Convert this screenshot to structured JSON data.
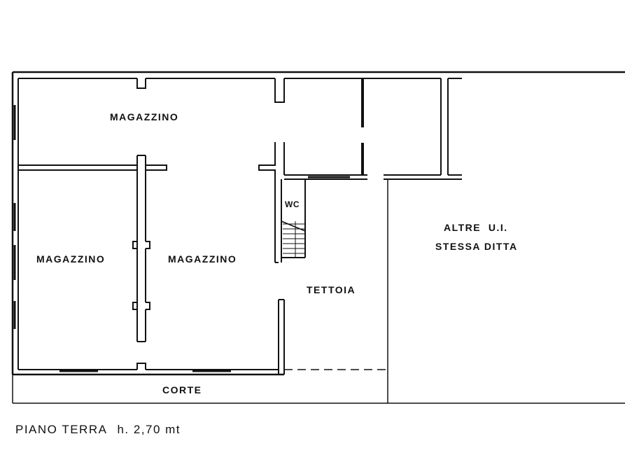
{
  "rooms": {
    "magazzino_top": "MAGAZZINO",
    "magazzino_left": "MAGAZZINO",
    "magazzino_center": "MAGAZZINO",
    "wc": "WC",
    "tettoia": "TETTOIA",
    "altre_line1": "ALTRE  U.I.",
    "altre_line2": "STESSA DITTA",
    "corte": "CORTE"
  },
  "caption": {
    "floor": "PIANO TERRA",
    "height": "h. 2,70 mt"
  },
  "colors": {
    "ink": "#111111",
    "paper": "#ffffff"
  }
}
